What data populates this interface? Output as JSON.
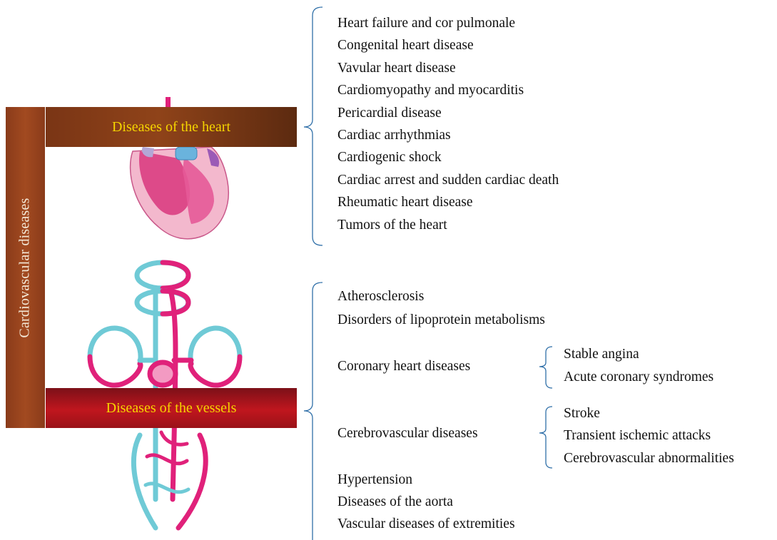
{
  "root_label": "Cardiovascular diseases",
  "heart": {
    "label": "Diseases of the heart",
    "items": [
      "Heart failure and cor pulmonale",
      "Congenital heart disease",
      "Vavular heart disease",
      "Cardiomyopathy and myocarditis",
      "Pericardial disease",
      "Cardiac arrhythmias",
      "Cardiogenic shock",
      "Cardiac arrest and sudden cardiac death",
      "Rheumatic heart disease",
      "Tumors of the heart"
    ]
  },
  "vessels": {
    "label": "Diseases of the vessels",
    "items": {
      "atherosclerosis": "Atherosclerosis",
      "lipoprotein": "Disorders of lipoprotein metabolisms",
      "coronary": {
        "label": "Coronary heart diseases",
        "children": [
          "Stable angina",
          "Acute coronary syndromes"
        ]
      },
      "cerebrovascular": {
        "label": "Cerebrovascular diseases",
        "children": [
          "Stroke",
          "Transient ischemic attacks",
          "Cerebrovascular abnormalities"
        ]
      },
      "hypertension": "Hypertension",
      "aorta": "Diseases of the aorta",
      "extremities": "Vascular diseases of extremities"
    }
  },
  "colors": {
    "root_bar": "#a24a20",
    "heart_band": "#8f4319",
    "vessels_band": "#c0161e",
    "band_text": "#f5d400",
    "bracket": "#2f6fa8",
    "artery": "#e0217a",
    "vein": "#6fcad6"
  }
}
